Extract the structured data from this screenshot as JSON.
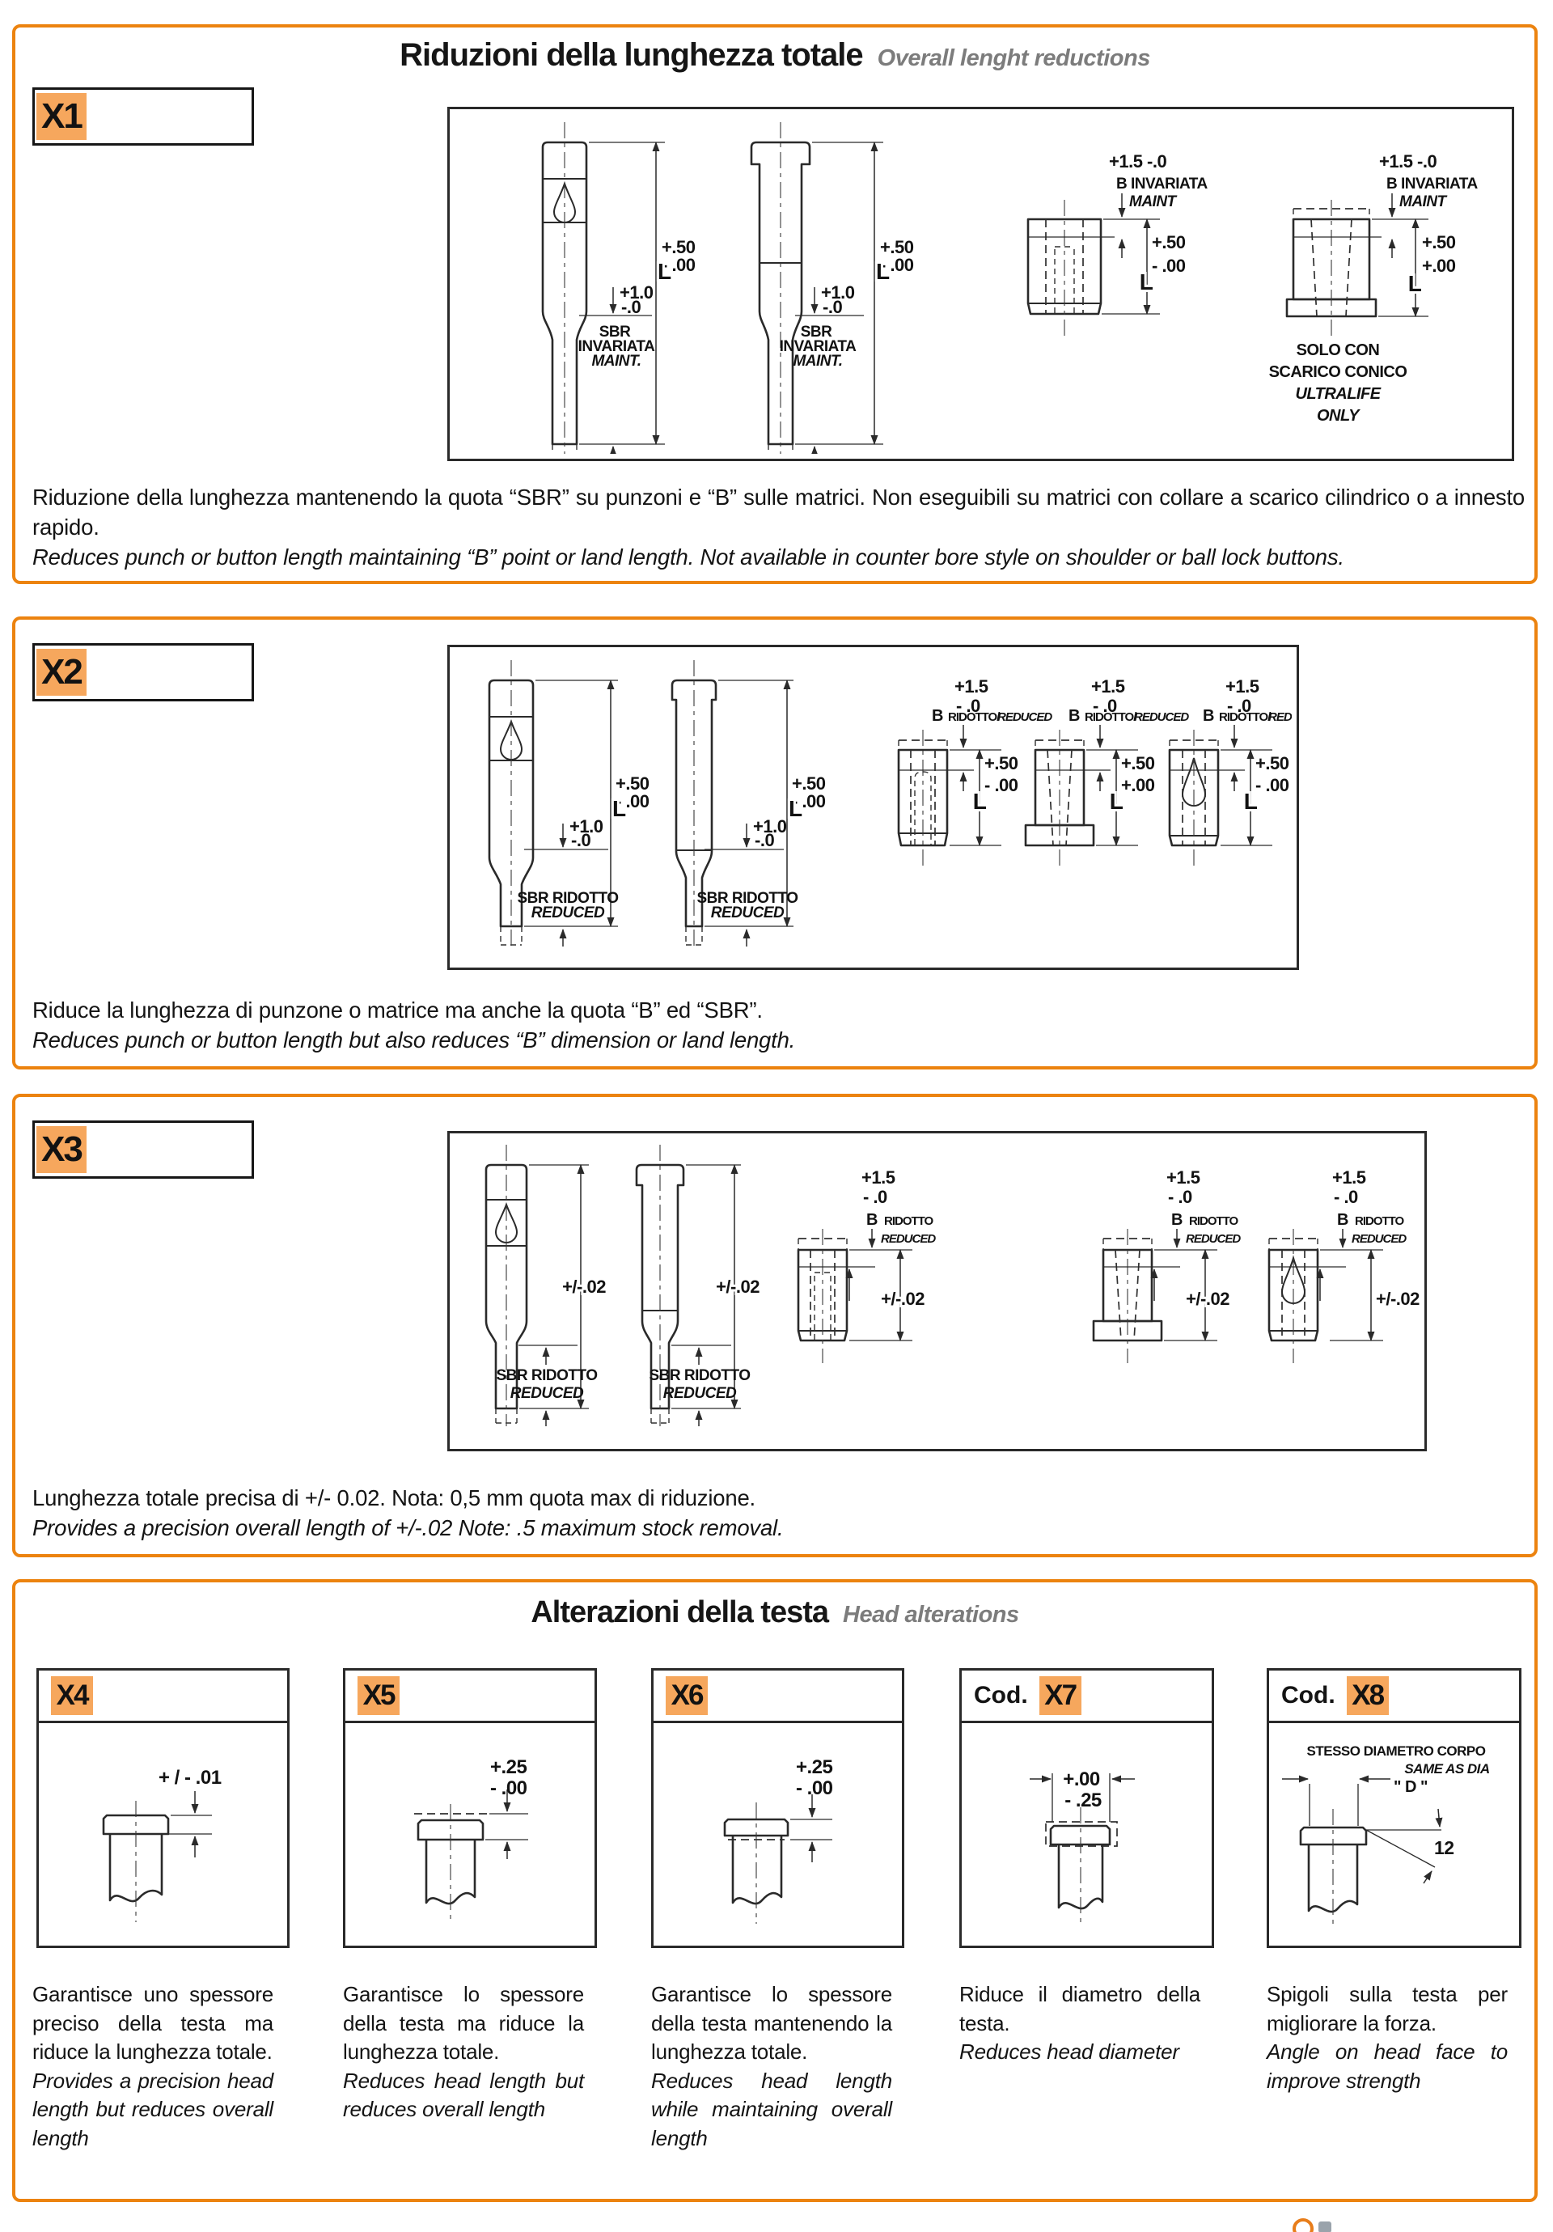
{
  "colors": {
    "accent": "#EC830F",
    "badge": "#F6A75D"
  },
  "s1": {
    "code": "X1",
    "title_it": "Riduzioni della lunghezza totale",
    "title_en": "Overall lenght reductions",
    "desc_it": "Riduzione della lunghezza mantenendo la quota “SBR” su punzoni e “B” sulle matrici. Non eseguibili su matrici con collare a scarico cilindrico o a innesto rapido.",
    "desc_en": "Reduces punch or button length maintaining “B” point or land length. Not available in counter bore style on shoulder or ball lock buttons.",
    "dims": {
      "lp": "+.50",
      "lm": "- .00",
      "L": "L",
      "sp": "+1.0",
      "sm": "-.0",
      "s1": "SBR",
      "s2": "INVARIATA",
      "s3": "MAINT.",
      "bt": "+1.5 -.0",
      "bi": "B INVARIATA",
      "bm": "MAINT",
      "blp": "+.50",
      "blm": "- .00",
      "blp2": "+.50",
      "blm2": "+.00",
      "n1": "SOLO CON",
      "n2": "SCARICO CONICO",
      "n3": "ULTRALIFE",
      "n4": "ONLY"
    }
  },
  "s2": {
    "code": "X2",
    "desc_it": "Riduce la lunghezza di punzone o matrice ma anche la quota “B” ed “SBR”.",
    "desc_en": "Reduces punch or button length but also reduces “B” dimension or land length.",
    "dims": {
      "lp": "+.50",
      "lm": "- .00",
      "L": "L",
      "sp": "+1.0",
      "sm": "-.0",
      "sr1": "SBR RIDOTTO",
      "sr2": "REDUCED",
      "btp": "+1.5",
      "btm": "- .0",
      "B": "B",
      "rid": "RIDOTTO/",
      "red": "REDUCED",
      "blp": "+.50",
      "blm": "- .00",
      "blm2": "+.00"
    }
  },
  "s3": {
    "code": "X3",
    "desc_it": "Lunghezza totale precisa di +/- 0.02. Nota: 0,5 mm quota max di riduzione.",
    "desc_en": "Provides a precision overall length of +/-.02 Note: .5 maximum stock removal.",
    "dims": {
      "tol": "+/-.02",
      "sr1": "SBR RIDOTTO",
      "sr2": "REDUCED",
      "btp": "+1.5",
      "btm": "- .0",
      "B": "B",
      "rid": "RIDOTTO",
      "red": "REDUCED"
    }
  },
  "s4": {
    "title_it": "Alterazioni della testa",
    "title_en": "Head alterations",
    "cod_label": "Cod.",
    "cards": [
      {
        "code": "X4",
        "dim1": "+ / - .01",
        "desc_it": "Garantisce uno spessore preciso della testa ma riduce la lunghezza totale.",
        "desc_en": "Provides a precision head length but reduces overall length"
      },
      {
        "code": "X5",
        "dim1": "+.25",
        "dim2": "- .00",
        "desc_it": "Garantisce lo spessore della testa ma riduce la lunghezza totale.",
        "desc_en": "Reduces head length but reduces overall length"
      },
      {
        "code": "X6",
        "dim1": "+.25",
        "dim2": "- .00",
        "desc_it": "Garantisce lo spessore della testa mantenendo la lunghezza totale.",
        "desc_en": "Reduces head length while maintaining overall length"
      },
      {
        "code": "X7",
        "dim1": "+.00",
        "dim2": "- .25",
        "desc_it": "Riduce il diametro della testa.",
        "desc_en": "Reduces head diameter"
      },
      {
        "code": "X8",
        "cap1": "STESSO DIAMETRO CORPO",
        "cap2": "SAME AS DIA",
        "cap3": "\" D \"",
        "angle": "12",
        "desc_it": "Spigoli sulla testa per migliorare la forza.",
        "desc_en": "Angle on head face to improve strength"
      }
    ]
  }
}
